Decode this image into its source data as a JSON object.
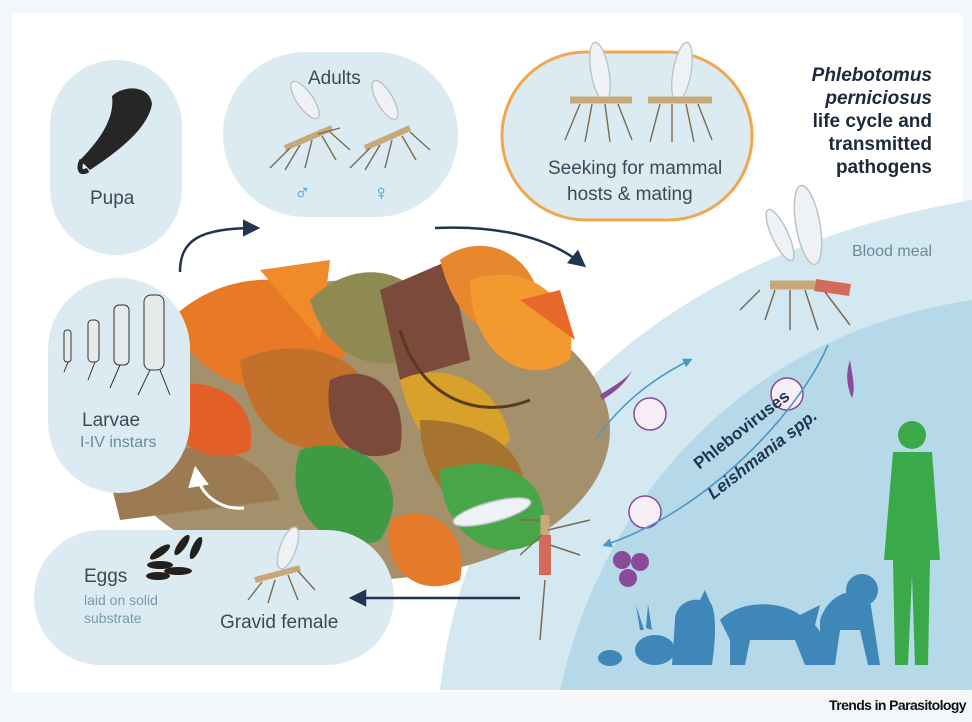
{
  "title": {
    "line1": "Phlebotomus",
    "line2": "perniciosus",
    "line3": "life cycle and",
    "line4": "transmitted",
    "line5": "pathogens"
  },
  "stages": {
    "pupa": "Pupa",
    "adults": "Adults",
    "male_symbol": "♂",
    "female_symbol": "♀",
    "seeking_line1": "Seeking for mammal",
    "seeking_line2": "hosts & mating",
    "blood_meal": "Blood meal",
    "larvae": "Larvae",
    "larvae_sub": "I-IV instars",
    "eggs": "Eggs",
    "eggs_sub1": "laid on solid",
    "eggs_sub2": "substrate",
    "gravid": "Gravid female"
  },
  "pathogens": {
    "phleboviruses": "Phleboviruses",
    "leishmania": "Leishmania spp."
  },
  "credit": "Trends in Parasitology",
  "colors": {
    "bubble": "#dcebf2",
    "bubble_highlight_border": "#f0a850",
    "host_zone_outer": "#d4e8f1",
    "host_zone_inner": "#b5d9e8",
    "hosts": "#3f87b8",
    "human": "#3aa94a",
    "arrow": "#1f3550",
    "pathogen_purple": "#8a4a9a"
  },
  "icons": [
    "pupa-icon",
    "sand-fly-icon",
    "larva-icon",
    "egg-icon",
    "leaf-litter-icon",
    "virus-icon",
    "leishmania-icon",
    "human-icon",
    "dog-icon",
    "fox-icon",
    "cat-icon",
    "rabbit-icon",
    "rodent-icon"
  ]
}
